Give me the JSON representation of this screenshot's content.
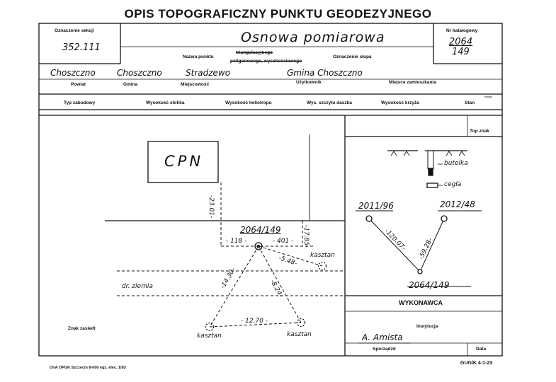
{
  "header": {
    "title": "OPIS TOPOGRAFICZNY PUNKTU GEODEZYJNEGO"
  },
  "section_box": {
    "label": "Oznaczenie sekcji",
    "value": "352.111"
  },
  "catalog_box": {
    "label": "Nr katalogowy",
    "value_top": "2064",
    "value_bottom": "149"
  },
  "point": {
    "name_value": "Osnowa pomiarowa",
    "name_label": "Nazwa punktu",
    "type_option_1": "triangulacyjnego",
    "type_option_2": "poligonowego, wysokościowego",
    "marker_label": "Oznaczenie słupa"
  },
  "location": {
    "powiat_value": "Choszczno",
    "gmina_value": "Choszczno",
    "miejscowosc_value": "Stradzewo",
    "uzytkownik_value": "Gmina Choszczno",
    "powiat_label": "Powiat",
    "gmina_label": "Gmina",
    "miejscowosc_label": "Miejscowość",
    "uzytkownik_label": "Użytkownik",
    "zamieszkanie_label": "Miejsce zamieszkania"
  },
  "specs": {
    "typ_label": "Typ zabudowy",
    "stolik_label": "Wysokość stolika",
    "heliotrop_label": "Wysokość heliotropu",
    "daszek_label": "Wys. szczytu daszka",
    "krzyz_label": "Wysokość krzyża",
    "stan_label": "Stan",
    "top_label": "Top znak"
  },
  "sketch": {
    "building_label": "CPN",
    "point_label": "2064/149",
    "dist_2301": "-23.01-",
    "dist_1785": "-17.85-",
    "dist_118": "- 118 -",
    "dist_401": "- 401 -",
    "dist_548": "-5.48-",
    "dist_1430": "-14.30-",
    "dist_824": "-8.24-",
    "dist_1270": "- 12.70 -",
    "road_label": "dr. ziemia",
    "tree_top_right": "kasztan",
    "tree_bottom_left": "kasztan",
    "tree_bottom_right": "kasztan",
    "zasiek_label": "Znak zasiedl"
  },
  "marker_legend": {
    "butelka": "butelka",
    "cegla": "cegła"
  },
  "network": {
    "left_point": "2011/96",
    "right_point": "2012/48",
    "bottom_point": "2064/149",
    "dist_left": "-120.07-",
    "dist_right": "-59.28-"
  },
  "footer_right": {
    "wykonawca_label": "WYKONAWCA",
    "instytucja_label": "Instytucja",
    "sporzadzil_value": "A. Amista",
    "sporzadzil_label": "Sporządził",
    "data_label": "Data"
  },
  "footer": {
    "left_note": "OnA OPGK Szczecin 8-000 egz. elec. 1/83",
    "right_code": "GUGiK 4-1-23"
  }
}
